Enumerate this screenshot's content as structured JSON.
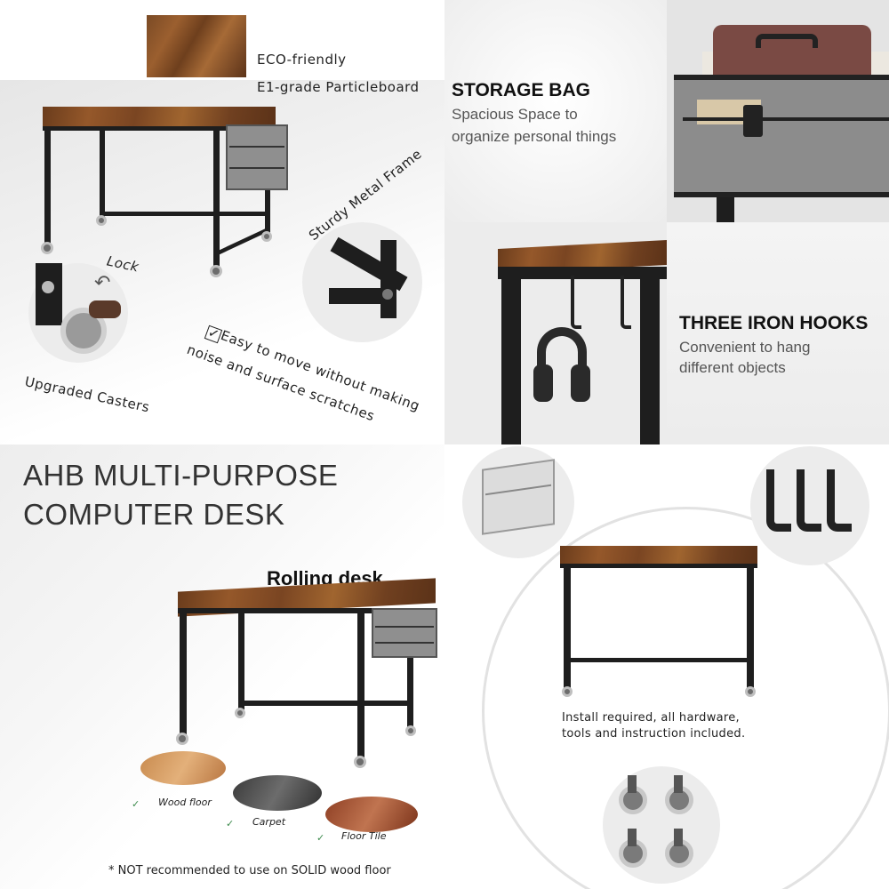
{
  "panel_material": {
    "line1": "ECO-friendly",
    "line2": "E1-grade Particleboard",
    "lock_label": "Lock",
    "frame_label": "Sturdy Metal Frame",
    "casters_label": "Upgraded Casters",
    "move_line1": "Easy to move without making",
    "move_line2": "noise and surface scratches",
    "check_mark": "✓"
  },
  "panel_storage": {
    "title": "STORAGE BAG",
    "subtitle_line1": "Spacious Space to",
    "subtitle_line2": "organize personal things"
  },
  "panel_hooks": {
    "title": "THREE IRON HOOKS",
    "subtitle_line1": "Convenient to hang",
    "subtitle_line2": "different objects"
  },
  "panel_product": {
    "title_line1": "AHB MULTI-PURPOSE",
    "title_line2": "COMPUTER DESK",
    "rolling_label": "Rolling desk",
    "floors": [
      {
        "label": "Wood floor"
      },
      {
        "label": "Carpet"
      },
      {
        "label": "Floor Tile"
      }
    ],
    "note": "* NOT recommended to use on SOLID wood floor"
  },
  "panel_contents": {
    "install_line1": "Install required, all hardware,",
    "install_line2": "tools and instruction included."
  },
  "colors": {
    "wood": "#8a5229",
    "metal": "#1e1e1e",
    "fabric": "#8c8c8c",
    "panel_grey": "#ececec"
  }
}
